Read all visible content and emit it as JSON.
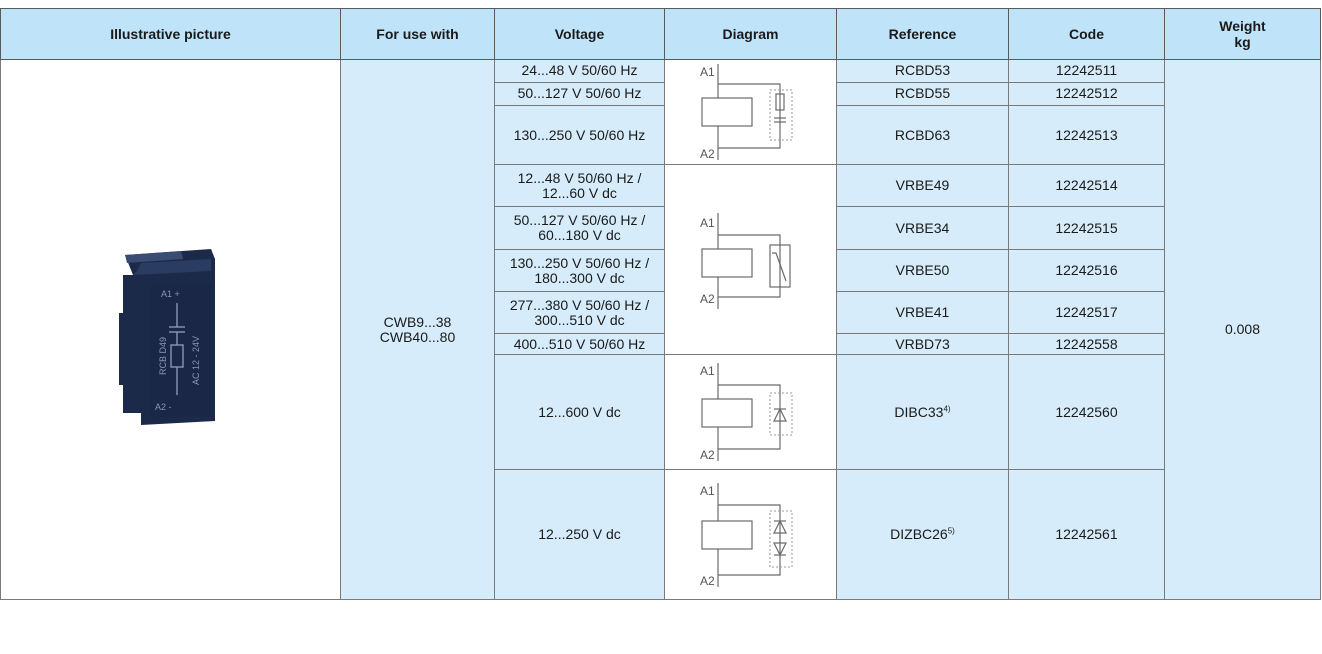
{
  "table": {
    "headers": [
      "Illustrative picture",
      "For use with",
      "Voltage",
      "Diagram",
      "Reference",
      "Code",
      "Weight",
      "kg"
    ],
    "for_use_with": [
      "CWB9...38",
      "CWB40...80"
    ],
    "weight": "0.008",
    "rows": [
      {
        "voltage": [
          "24...48 V 50/60 Hz"
        ],
        "reference": "RCBD53",
        "ref_sup": "",
        "code": "12242511"
      },
      {
        "voltage": [
          "50...127 V 50/60 Hz"
        ],
        "reference": "RCBD55",
        "ref_sup": "",
        "code": "12242512"
      },
      {
        "voltage": [
          "130...250 V 50/60 Hz"
        ],
        "reference": "RCBD63",
        "ref_sup": "",
        "code": "12242513"
      },
      {
        "voltage": [
          "12...48 V 50/60 Hz /",
          "12...60 V dc"
        ],
        "reference": "VRBE49",
        "ref_sup": "",
        "code": "12242514"
      },
      {
        "voltage": [
          "50...127 V 50/60 Hz /",
          "60...180 V dc"
        ],
        "reference": "VRBE34",
        "ref_sup": "",
        "code": "12242515"
      },
      {
        "voltage": [
          "130...250 V 50/60 Hz /",
          "180...300 V dc"
        ],
        "reference": "VRBE50",
        "ref_sup": "",
        "code": "12242516"
      },
      {
        "voltage": [
          "277...380 V 50/60 Hz /",
          "300...510 V dc"
        ],
        "reference": "VRBE41",
        "ref_sup": "",
        "code": "12242517"
      },
      {
        "voltage": [
          "400...510 V 50/60 Hz"
        ],
        "reference": "VRBD73",
        "ref_sup": "",
        "code": "12242558"
      },
      {
        "voltage": [
          "12...600 V dc"
        ],
        "reference": "DIBC33",
        "ref_sup": "4)",
        "code": "12242560"
      },
      {
        "voltage": [
          "12...250 V dc"
        ],
        "reference": "DIZBC26",
        "ref_sup": "5)",
        "code": "12242561"
      }
    ]
  },
  "diagram_labels": {
    "a1": "A1",
    "a2": "A2"
  },
  "product_image_labels": {
    "a1": "A1 +",
    "a2": "A2 -",
    "model": "RCB D49",
    "rating": "AC 12 - 24V"
  },
  "colors": {
    "header_bg": "#bfe4fa",
    "cell_bg": "#d6ecfa",
    "title": "#1a8fd6",
    "module": "#1c2a4a"
  }
}
